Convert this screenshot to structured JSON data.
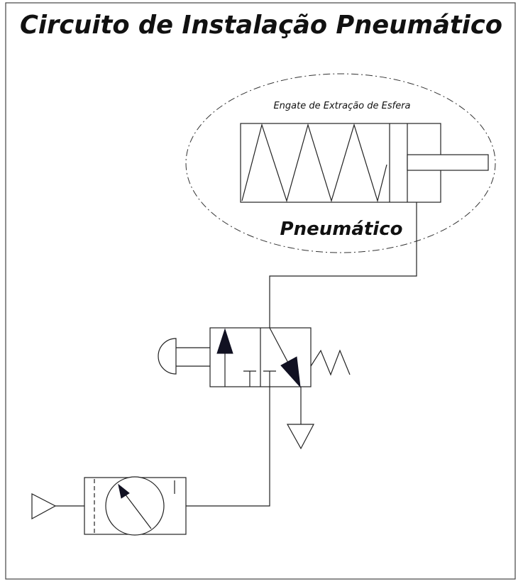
{
  "diagram": {
    "title": "Circuito de Instalação Pneumático",
    "cylinder_group_label": "Engate de Extração de Esfera",
    "cylinder_type_label": "Pneumático"
  },
  "colors": {
    "ink": "#222222",
    "arrow": "#111122",
    "background": "#ffffff",
    "frame": "#444444"
  },
  "components": [
    {
      "name": "spring-return-cylinder",
      "icon": "cylinder-symbol"
    },
    {
      "name": "3-2-valve-push-button-spring-return",
      "icon": "valve-symbol"
    },
    {
      "name": "exhaust",
      "icon": "exhaust-triangle"
    },
    {
      "name": "pressure-gauge-unit",
      "icon": "gauge-symbol"
    },
    {
      "name": "pressure-source",
      "icon": "source-triangle"
    }
  ]
}
